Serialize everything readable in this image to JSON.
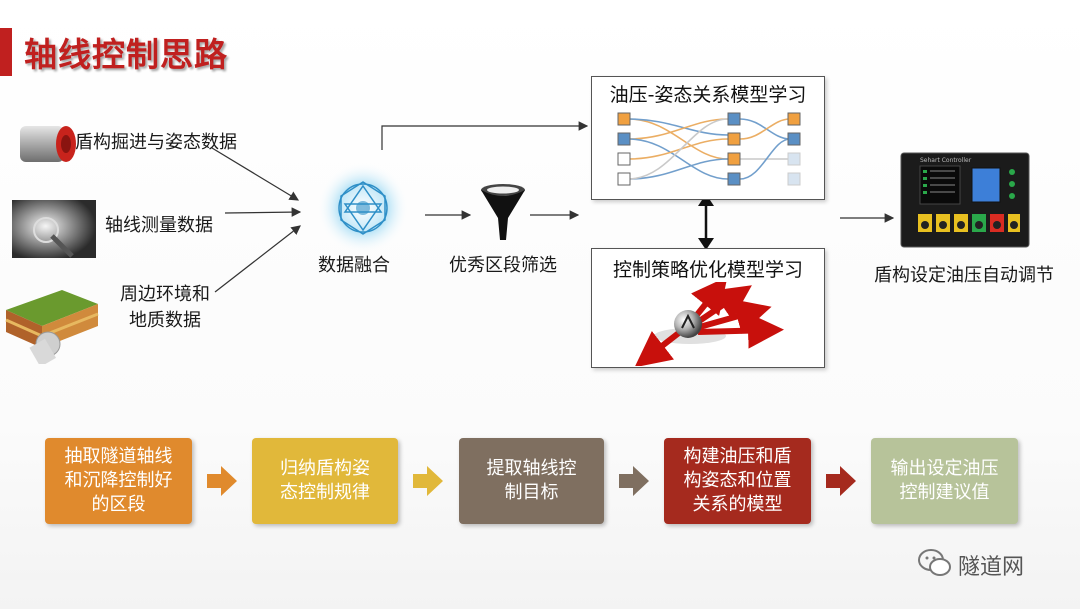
{
  "title": "轴线控制思路",
  "inputs": [
    {
      "label": "盾构掘进与姿态数据"
    },
    {
      "label": "轴线测量数据"
    },
    {
      "label": "周边环境和\n地质数据"
    }
  ],
  "fusion_label": "数据融合",
  "filter_label": "优秀区段筛选",
  "model_box_title": "油压-姿态关系模型学习",
  "strategy_box_title": "控制策略优化模型学习",
  "controller_label": "盾构设定油压自动调节",
  "controller_screen_title": "Sehart Controller",
  "steps": [
    {
      "label": "抽取隧道轴线\n和沉降控制好\n的区段",
      "color": "#e08a2d"
    },
    {
      "label": "归纳盾构姿\n态控制规律",
      "color": "#e1b83a"
    },
    {
      "label": "提取轴线控\n制目标",
      "color": "#7f6f60"
    },
    {
      "label": "构建油压和盾\n构姿态和位置\n关系的模型",
      "color": "#a52a1e"
    },
    {
      "label": "输出设定油压\n控制建议值",
      "color": "#b7c39a"
    }
  ],
  "chevron_colors": [
    "#e08a2d",
    "#e1b83a",
    "#7f6f60",
    "#a52a1e"
  ],
  "watermark": "隧道网",
  "colors": {
    "accent": "#c0201f"
  }
}
